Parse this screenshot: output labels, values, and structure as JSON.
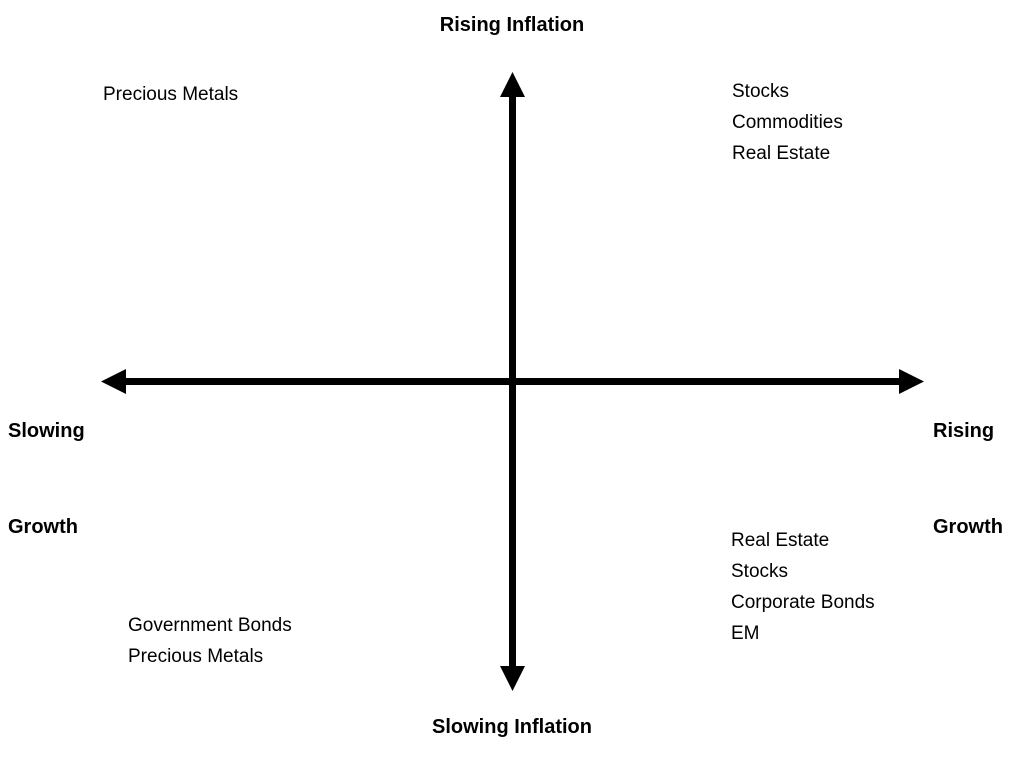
{
  "axes": {
    "top_label": "Rising Inflation",
    "bottom_label": "Slowing Inflation",
    "left_label": [
      "Slowing",
      "Growth"
    ],
    "right_label": [
      "Rising",
      "Growth"
    ]
  },
  "quadrants": {
    "top_left": {
      "items": [
        "Precious Metals"
      ]
    },
    "top_right": {
      "items": [
        "Stocks",
        "Commodities",
        "Real Estate"
      ]
    },
    "bottom_left": {
      "items": [
        "Government Bonds",
        "Precious Metals"
      ]
    },
    "bottom_right": {
      "items": [
        "Real Estate",
        "Stocks",
        "Corporate Bonds",
        "EM"
      ]
    }
  },
  "colors": {
    "axis": "#000000",
    "text": "#000000",
    "background": "#ffffff"
  }
}
